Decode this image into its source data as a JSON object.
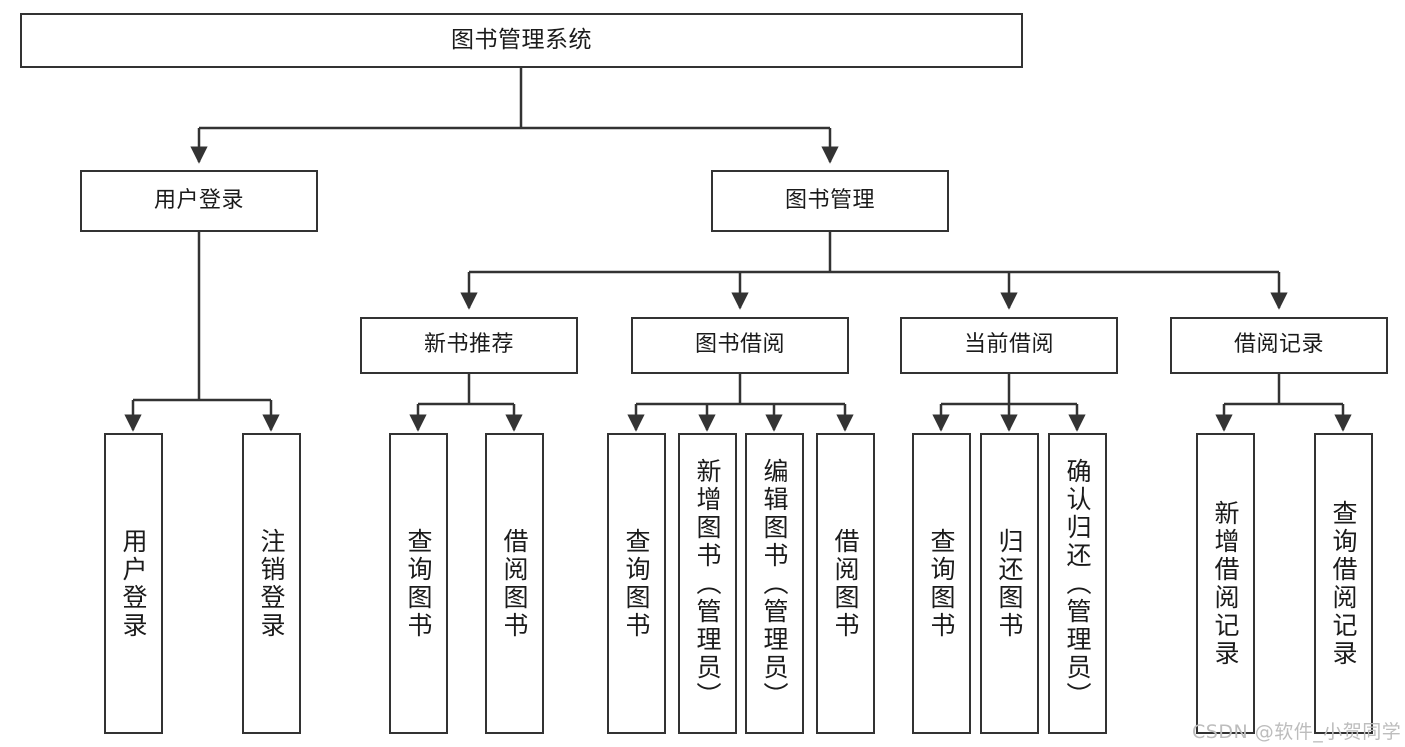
{
  "diagram": {
    "title": "图书管理系统",
    "type": "tree",
    "root": {
      "label": "图书管理系统"
    },
    "level1": [
      {
        "label": "用户登录"
      },
      {
        "label": "图书管理"
      }
    ],
    "level2": [
      {
        "label": "新书推荐"
      },
      {
        "label": "图书借阅"
      },
      {
        "label": "当前借阅"
      },
      {
        "label": "借阅记录"
      }
    ],
    "leaves": {
      "user_login": [
        {
          "label": "用户登录"
        },
        {
          "label": "注销登录"
        }
      ],
      "new_book_recommend": [
        {
          "label": "查询图书"
        },
        {
          "label": "借阅图书"
        }
      ],
      "book_borrow": [
        {
          "label": "查询图书"
        },
        {
          "label": "新增图书（管理员）"
        },
        {
          "label": "编辑图书（管理员）"
        },
        {
          "label": "借阅图书"
        }
      ],
      "current_borrow": [
        {
          "label": "查询图书"
        },
        {
          "label": "归还图书"
        },
        {
          "label": "确认归还（管理员）"
        }
      ],
      "borrow_record": [
        {
          "label": "新增借阅记录"
        },
        {
          "label": "查询借阅记录"
        }
      ]
    }
  },
  "watermark": {
    "text": "CSDN @软件_小贺同学"
  },
  "colors": {
    "border": "#333333",
    "text": "#1b1b1b",
    "background": "#ffffff",
    "watermark": "#bdbdbd"
  }
}
